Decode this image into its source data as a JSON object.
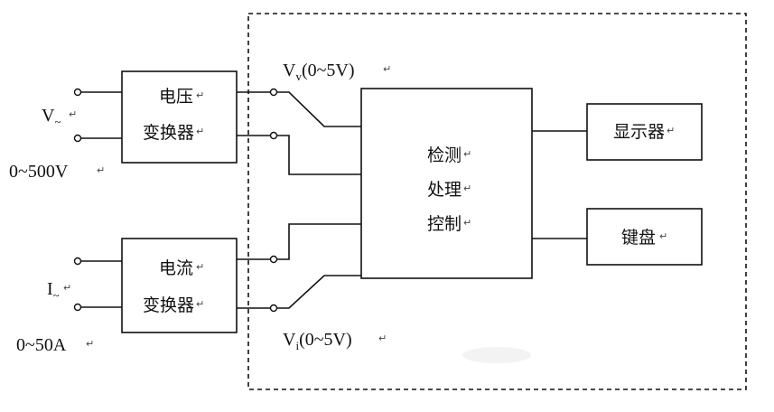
{
  "diagram": {
    "voltage_input": {
      "label": "V",
      "sub": "~",
      "range": "0~500V"
    },
    "current_input": {
      "label": "I",
      "sub": "~",
      "range": "0~50A"
    },
    "voltage_converter": {
      "line1": "电压",
      "line2": "变换器"
    },
    "current_converter": {
      "line1": "电流",
      "line2": "变换器"
    },
    "voltage_signal": {
      "label": "V",
      "sub": "v",
      "range": "(0~5V)"
    },
    "current_signal": {
      "label": "V",
      "sub": "i",
      "range": "(0~5V)"
    },
    "controller": {
      "line1": "检测",
      "line2": "处理",
      "line3": "控制"
    },
    "display": {
      "label": "显示器"
    },
    "keyboard": {
      "label": "键盘"
    },
    "return_mark": "↵"
  }
}
